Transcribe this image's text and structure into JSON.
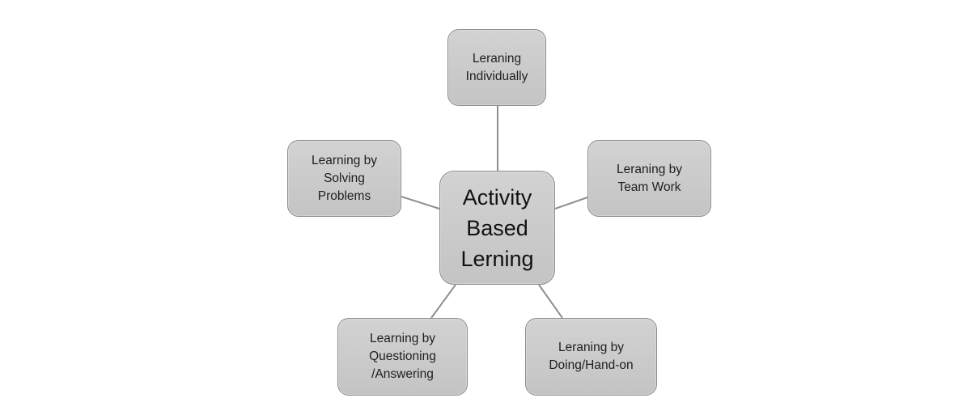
{
  "diagram": {
    "type": "radial-concept-map",
    "center": {
      "label": "Activity\nBased\nLerning"
    },
    "nodes": [
      {
        "id": "top",
        "label": "Leraning\nIndividually"
      },
      {
        "id": "right",
        "label": "Leraning by\nTeam Work"
      },
      {
        "id": "bottom-right",
        "label": "Leraning by\nDoing/Hand-on"
      },
      {
        "id": "bottom-left",
        "label": "Learning by\nQuestioning\n/Answering"
      },
      {
        "id": "left",
        "label": "Learning by\nSolving\nProblems"
      }
    ],
    "colors": {
      "node_fill_top": "#d2d2d2",
      "node_fill_bottom": "#c4c4c4",
      "node_border": "#8c8c8c",
      "connector": "#8f8f8f",
      "text": "#1e1e1e",
      "background": "#ffffff"
    }
  }
}
